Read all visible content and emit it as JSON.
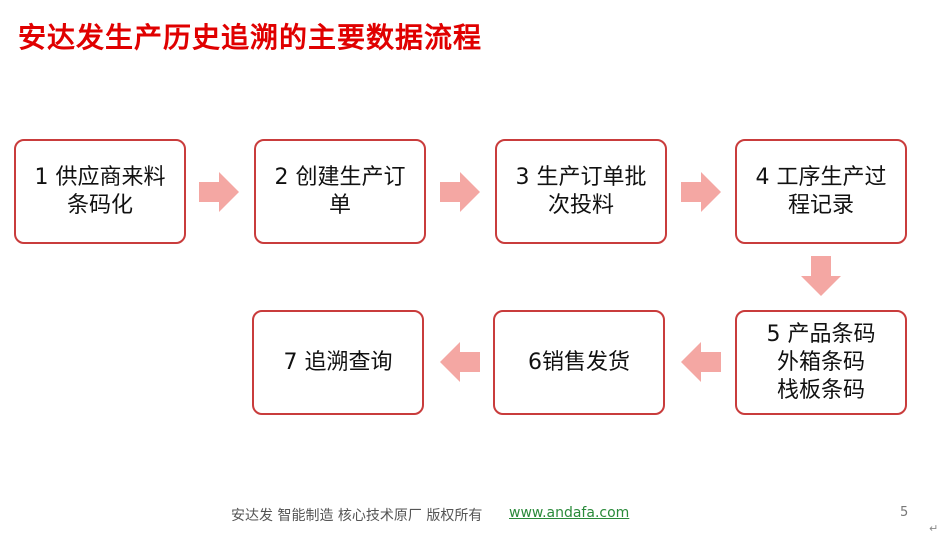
{
  "title": "安达发生产历史追溯的主要数据流程",
  "steps": [
    "1 供应商来料\n条码化",
    "2 创建生产订\n单",
    "3 生产订单批\n次投料",
    "4 工序生产过\n程记录",
    "5 产品条码\n外箱条码\n栈板条码",
    "6销售发货",
    "7 追溯查询"
  ],
  "footer": {
    "company": "安达发   智能制造 核心技术原厂   版权所有",
    "link": "www.andafa.com"
  },
  "page_number": "5",
  "colors": {
    "title": "#e00000",
    "box_border": "#c93c3c",
    "arrow": "#f4a7a3",
    "link": "#2a8a3a"
  }
}
